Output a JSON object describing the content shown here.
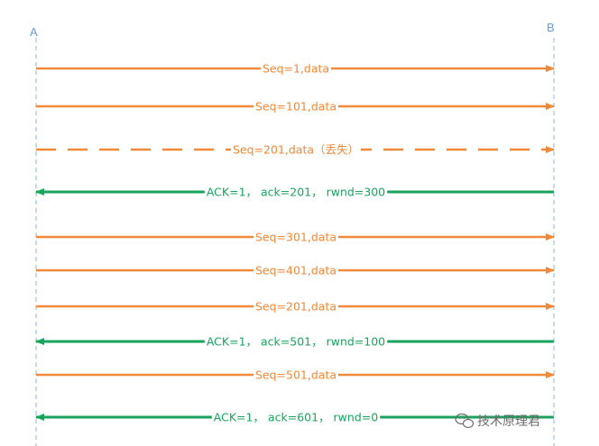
{
  "hosts": {
    "left": "A",
    "right": "B"
  },
  "colors": {
    "data": "#f0893a",
    "ack": "#1aa35c",
    "label_data": "#f0893a",
    "label_ack": "#1aa35c",
    "host_line": "#8fb7e0",
    "watermark": "#6b6b6b"
  },
  "messages": [
    {
      "label": "Seq=1,data",
      "direction": "A-to-B",
      "kind": "data",
      "lost": false
    },
    {
      "label": "Seq=101,data",
      "direction": "A-to-B",
      "kind": "data",
      "lost": false
    },
    {
      "label": "Seq=201,data（丢失）",
      "direction": "A-to-B",
      "kind": "data",
      "lost": true
    },
    {
      "label": "ACK=1，  ack=201，  rwnd=300",
      "direction": "B-to-A",
      "kind": "ack",
      "lost": false
    },
    {
      "label": "Seq=301,data",
      "direction": "A-to-B",
      "kind": "data",
      "lost": false
    },
    {
      "label": "Seq=401,data",
      "direction": "A-to-B",
      "kind": "data",
      "lost": false
    },
    {
      "label": "Seq=201,data",
      "direction": "A-to-B",
      "kind": "data",
      "lost": false
    },
    {
      "label": "ACK=1，  ack=501，  rwnd=100",
      "direction": "B-to-A",
      "kind": "ack",
      "lost": false
    },
    {
      "label": "Seq=501,data",
      "direction": "A-to-B",
      "kind": "data",
      "lost": false
    },
    {
      "label": "ACK=1，  ack=601，  rwnd=0",
      "direction": "B-to-A",
      "kind": "ack",
      "lost": false
    }
  ],
  "watermark": {
    "text": "技术原理君",
    "icon": "wechat-icon"
  }
}
